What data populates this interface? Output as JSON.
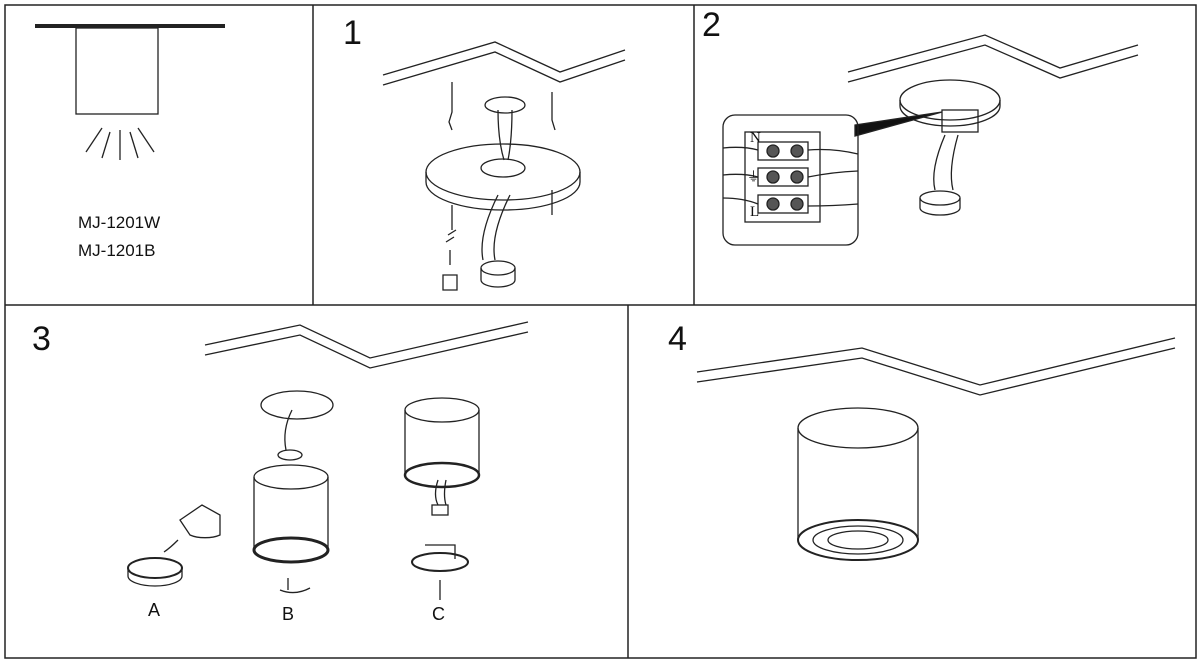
{
  "models": [
    "MJ-1201W",
    "MJ-1201B"
  ],
  "steps": [
    "1",
    "2",
    "3",
    "4"
  ],
  "terminal_labels": {
    "neutral": "N",
    "live": "L",
    "earth_icon": "ground-icon"
  },
  "substep_labels": [
    "A",
    "B",
    "C"
  ]
}
